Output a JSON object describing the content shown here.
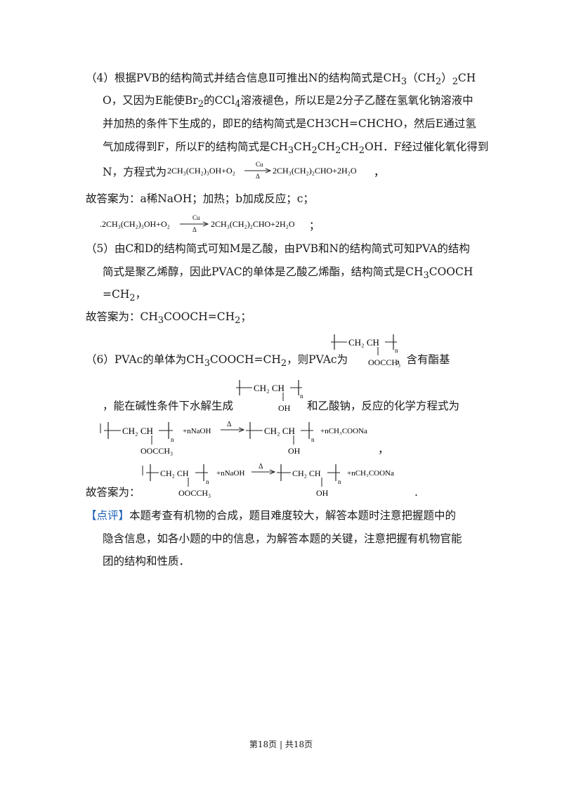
{
  "section4": {
    "line1": {
      "a": "（4）根据PVB的结构简式并结合信息Ⅱ可推出N的结构简式是CH",
      "b": "3",
      "c": "（CH",
      "d": "2",
      "e": "）",
      "f": "2",
      "g": "CH"
    },
    "line2": {
      "a": "O，又因为E能使Br",
      "b": "2",
      "c": "的CCl",
      "d": "4",
      "e": "溶液褪色，所以E是2分子乙醛在氢氧化钠溶液中"
    },
    "line3": "并加热的条件下生成的，即E的结构简式是CH3CH=CHCHO，然后E通过氢",
    "line4": {
      "a": "气加成得到F，所以F的结构简式是CH",
      "b": "3",
      "c": "CH",
      "d": "2",
      "e": "CH",
      "f": "2",
      "g": "CH",
      "h": "2",
      "i": "OH．F经过催化氧化得到"
    },
    "line5_prefix": "N，方程式为",
    "equation": {
      "reactant": "2CH₃(CH₂)₃OH+O₂",
      "catalyst": "Cu",
      "heat": "Δ",
      "product": "2CH₃(CH₂)₂CHO+2H₂O",
      "end": "，"
    }
  },
  "answer4": {
    "line1": "故答案为：a稀NaOH；加热；b加成反应；c；",
    "equation": {
      "reactant": ".2CH₃(CH₂)₃OH+O₂",
      "catalyst": "Cu",
      "heat": "Δ",
      "product": "2CH₃(CH₂)₂CHO+2H₂O",
      "end": "；"
    }
  },
  "section5": {
    "line1": "（5）由C和D的结构简式可知M是乙酸，由PVB和N的结构简式可知PVA的结构",
    "line2": {
      "a": "简式是聚乙烯醇，因此PVAC的单体是乙酸乙烯酯，结构简式是CH",
      "b": "3",
      "c": "COOCH"
    },
    "line3": {
      "a": "=CH",
      "b": "2",
      "c": "，"
    },
    "answer": {
      "a": "故答案为：CH",
      "b": "3",
      "c": "COOCH=CH",
      "d": "2",
      "e": "；"
    }
  },
  "section6": {
    "line1": {
      "a": "（6）PVAc的单体为CH",
      "b": "3",
      "c": "COOCH=CH",
      "d": "2",
      "e": "，则PVAc为",
      "f": "，含有酯基"
    },
    "line2": {
      "a": "，能在碱性条件下水解生成",
      "b": "和乙酸钠，反应的化学方程式为"
    },
    "eq_end": "，",
    "answer_prefix": "故答案为：",
    "answer_end": ".",
    "polymer": {
      "backbone": "CH₂ CH",
      "ester_group": "OOCCH₃",
      "hydroxyl": "OH",
      "n": "n"
    },
    "reagent": "+nNaOH",
    "heat": "Δ",
    "byproduct": "+nCH₃COONa"
  },
  "comment": {
    "tag": "【点评】",
    "line1": "本题考查有机物的合成，题目难度较大，解答本题时注意把握题中的",
    "line2": "隐含信息，如各小题的中的信息，为解答本题的关键，注意把握有机物官能",
    "line3": "团的结构和性质．"
  },
  "footer": "第18页 | 共18页",
  "colors": {
    "text": "#1a1a1a",
    "tag": "#1a5fb4"
  }
}
